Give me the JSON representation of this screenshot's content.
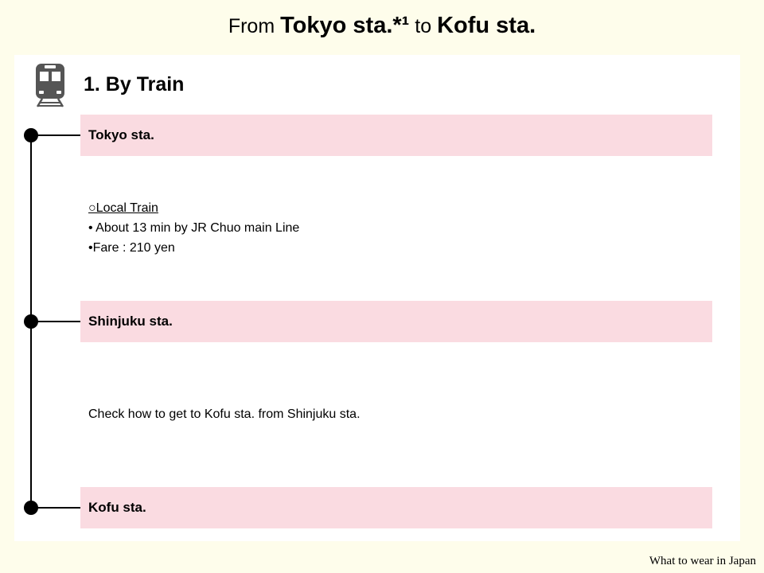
{
  "header": {
    "from_word": "From",
    "origin": "Tokyo sta.*¹",
    "to_word": "to",
    "destination": "Kofu sta."
  },
  "section": {
    "icon": "train-icon",
    "title": "1. By Train"
  },
  "stations": [
    {
      "name": "Tokyo sta."
    },
    {
      "name": "Shinjuku sta."
    },
    {
      "name": "Kofu sta."
    }
  ],
  "segments": [
    {
      "heading": "○Local Train",
      "lines": [
        "• About 13 min by JR Chuo main Line",
        "•Fare : 210 yen"
      ]
    }
  ],
  "notes": [
    "Check how to get to Kofu sta. from Shinjuku sta."
  ],
  "footer": {
    "brand": "What to wear in Japan"
  },
  "colors": {
    "page_background": "#fefdeb",
    "card_background": "#ffffff",
    "station_band": "#fadbe1",
    "icon_gray": "#555555"
  }
}
